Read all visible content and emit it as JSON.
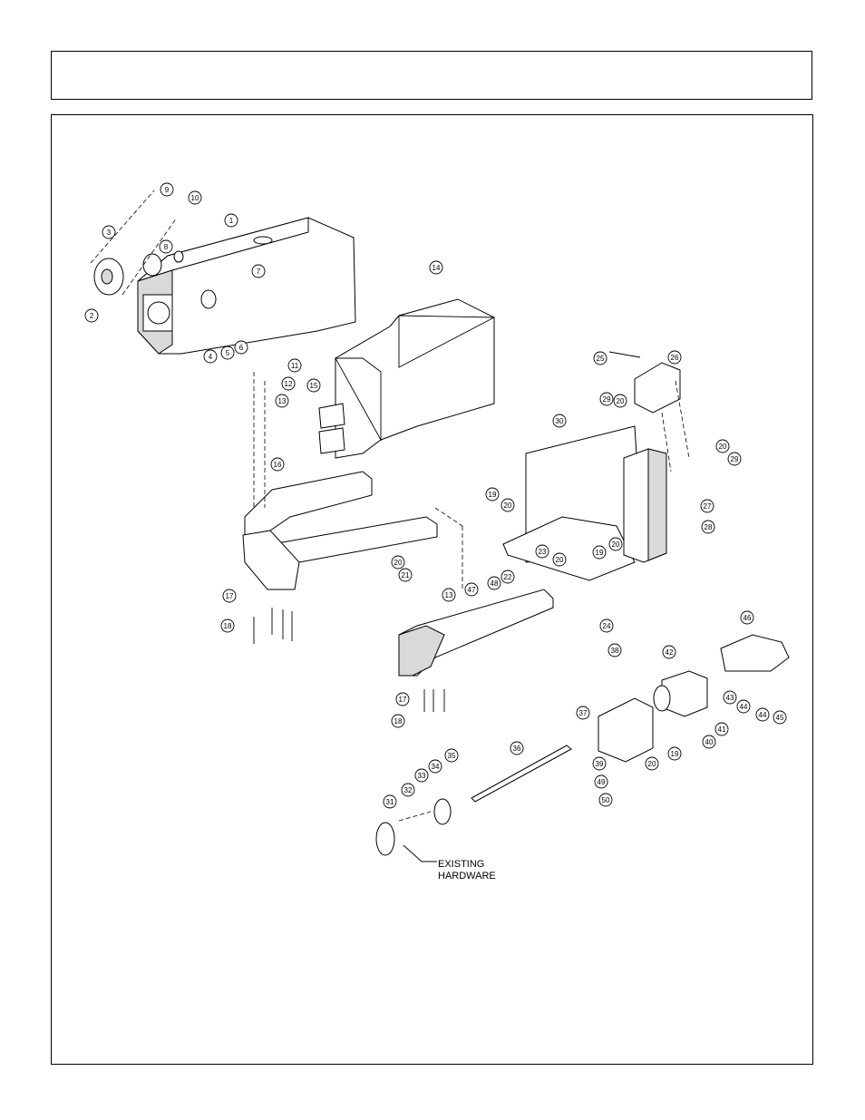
{
  "header": {
    "title": ""
  },
  "diagram": {
    "balloons": [
      "1",
      "2",
      "3",
      "4",
      "5",
      "6",
      "7",
      "8",
      "9",
      "10",
      "11",
      "12",
      "13",
      "14",
      "15",
      "16",
      "17",
      "18",
      "19",
      "20",
      "21",
      "22",
      "23",
      "24",
      "25",
      "26",
      "27",
      "28",
      "29",
      "30",
      "31",
      "32",
      "33",
      "34",
      "35",
      "36",
      "37",
      "38",
      "39",
      "40",
      "41",
      "42",
      "43",
      "44",
      "45",
      "46",
      "47",
      "48",
      "49",
      "50"
    ],
    "note_line1": "EXISTING",
    "note_line2": "HARDWARE"
  }
}
